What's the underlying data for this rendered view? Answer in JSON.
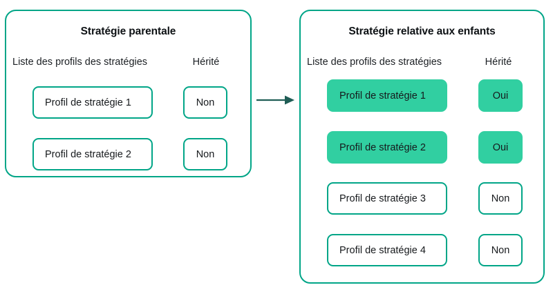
{
  "colors": {
    "accent_border": "#00a587",
    "accent_fill": "#31cfa1",
    "arrow": "#1f5d55",
    "text": "#101820",
    "background": "#ffffff"
  },
  "panels": [
    {
      "id": "parent",
      "title": "Stratégie parentale",
      "columns": {
        "profiles": "Liste des profils des stratégies",
        "inherited": "Hérité"
      },
      "rows": [
        {
          "profile": "Profil de stratégie 1",
          "inherited": "Non",
          "highlighted": false
        },
        {
          "profile": "Profil de stratégie 2",
          "inherited": "Non",
          "highlighted": false
        }
      ]
    },
    {
      "id": "child",
      "title": "Stratégie relative aux enfants",
      "columns": {
        "profiles": "Liste des profils des stratégies",
        "inherited": "Hérité"
      },
      "rows": [
        {
          "profile": "Profil de stratégie 1",
          "inherited": "Oui",
          "highlighted": true
        },
        {
          "profile": "Profil de stratégie 2",
          "inherited": "Oui",
          "highlighted": true
        },
        {
          "profile": "Profil de stratégie 3",
          "inherited": "Non",
          "highlighted": false
        },
        {
          "profile": "Profil de stratégie 4",
          "inherited": "Non",
          "highlighted": false
        }
      ]
    }
  ],
  "connector": {
    "icon": "arrow-right-icon",
    "from": "parent",
    "to": "child",
    "label": ""
  }
}
